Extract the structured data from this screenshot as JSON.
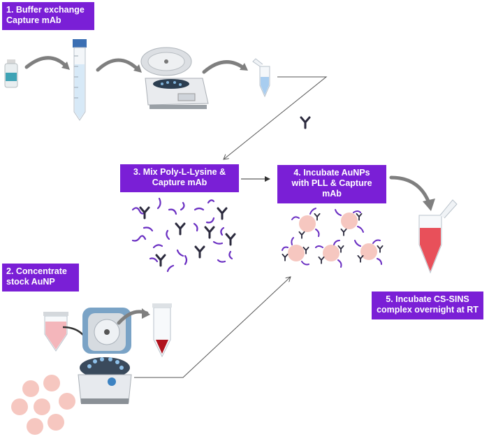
{
  "steps": [
    {
      "lines": [
        "1. Buffer exchange",
        "Capture mAb"
      ]
    },
    {
      "lines": [
        "2. Concentrate",
        "stock AuNP"
      ]
    },
    {
      "lines": [
        "3. Mix Poly-L-Lysine &",
        "Capture mAb"
      ]
    },
    {
      "lines": [
        "4. Incubate AuNPs",
        "with PLL & Capture",
        "mAb"
      ]
    },
    {
      "lines": [
        "5. Incubate CS-SINS",
        "complex overnight at RT"
      ]
    }
  ],
  "colors": {
    "label_bg": "#7a1fd6",
    "label_text": "#ffffff",
    "antibody": "#2b2a3d",
    "pll": "#6a2fc2",
    "aunp": "#f6c7c0",
    "red_liquid": "#e8505a",
    "blue_liquid": "#a8cdf0",
    "arrow_gray": "#7f7f7f"
  },
  "icons": [
    "vial-icon",
    "conical-tube-icon",
    "centrifuge-icon",
    "microtube-icon",
    "antibody-icon",
    "nanoparticle-icon",
    "microcentrifuge-icon"
  ]
}
